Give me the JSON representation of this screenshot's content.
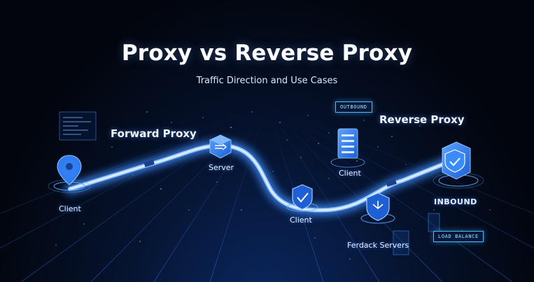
{
  "title": "Proxy vs Reverse Proxy",
  "subtitle": "Traffic Direction and Use Cases",
  "forward_heading": "Forward Proxy",
  "reverse_heading": "Reverse Proxy",
  "nodes": {
    "client_left": "Client",
    "server": "Server",
    "client_middle": "Client",
    "client_right": "Client",
    "servers": "Ferdack Servers",
    "inbound": "INBOUND"
  },
  "tags": {
    "outbound": "OUTBOUND",
    "load_balance": "LOAD BALANCE"
  },
  "colors": {
    "background": "#02050d",
    "glow": "#3d8dff",
    "flow_core": "#e6f3ff",
    "icon_blue": "#2f7bf0"
  },
  "icons": [
    "location-pin-icon",
    "server-icon",
    "shield-check-icon",
    "database-icon",
    "shield-icon",
    "code-panel-icon"
  ]
}
